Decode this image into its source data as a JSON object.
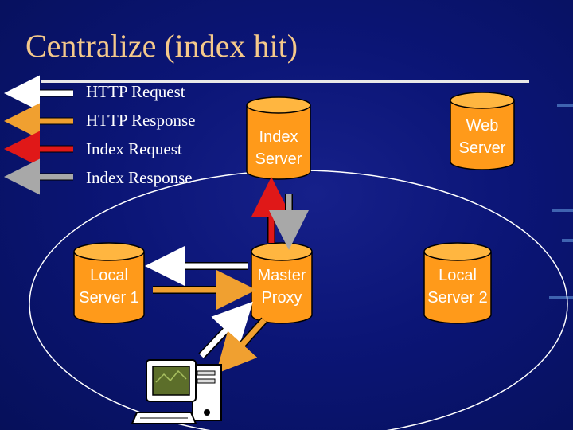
{
  "title": "Centralize (index hit)",
  "legend": [
    {
      "label": "HTTP Request",
      "color": "#ffffff"
    },
    {
      "label": "HTTP Response",
      "color": "#f0a030"
    },
    {
      "label": "Index Request",
      "color": "#e01818"
    },
    {
      "label": "Index Response",
      "color": "#a8a8a8"
    }
  ],
  "nodes": {
    "index_server": {
      "line1": "Index",
      "line2": "Server"
    },
    "web_server": {
      "line1": "Web",
      "line2": "Server"
    },
    "local_server_1": {
      "line1": "Local",
      "line2": "Server 1"
    },
    "master_proxy": {
      "line1": "Master",
      "line2": "Proxy"
    },
    "local_server_2": {
      "line1": "Local",
      "line2": "Server 2"
    }
  },
  "colors": {
    "title": "#f5c98a",
    "cylinder": "#ff9a1a",
    "cylinder_outline": "#000000"
  },
  "icons": {
    "client": "computer-icon"
  }
}
